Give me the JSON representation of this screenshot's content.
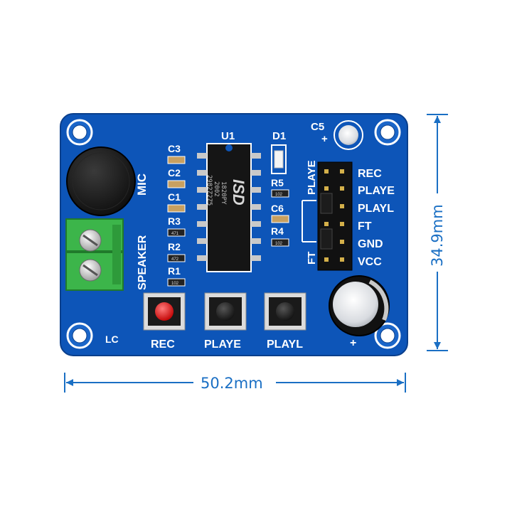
{
  "board": {
    "colors": {
      "pcb": "#0d55b8",
      "pcb_edge": "#0a3f8c",
      "silkscreen": "#ffffff",
      "dimension": "#1a6fc4",
      "terminal": "#3cb54a",
      "button_red": "#e51f1f"
    },
    "labels": {
      "u1": "U1",
      "d1": "D1",
      "c5": "C5",
      "c5_plus": "+",
      "c3": "C3",
      "c2": "C2",
      "c1": "C1",
      "r3": "R3",
      "r2": "R2",
      "r1": "R1",
      "r5": "R5",
      "c6": "C6",
      "r4": "R4",
      "mic": "MIC",
      "speaker": "SPEAKER",
      "logo": "LC",
      "btn_rec": "REC",
      "btn_playe": "PLAYE",
      "btn_playl": "PLAYL",
      "jumper_playe": "PLAYE",
      "jumper_ft": "FT",
      "cap_plus": "+"
    },
    "chip": {
      "brand": "ISD",
      "line1": "1820PY",
      "line2": "2002",
      "line3": "2982Z2Z5"
    },
    "smd_codes": {
      "c3": "",
      "r3": "471",
      "r2": "472",
      "r1": "102",
      "r5": "102",
      "r4": "102"
    },
    "header_pins": [
      "REC",
      "PLAYE",
      "PLAYL",
      "FT",
      "GND",
      "VCC"
    ]
  },
  "dimensions": {
    "width": "50.2mm",
    "height": "34.9mm"
  }
}
